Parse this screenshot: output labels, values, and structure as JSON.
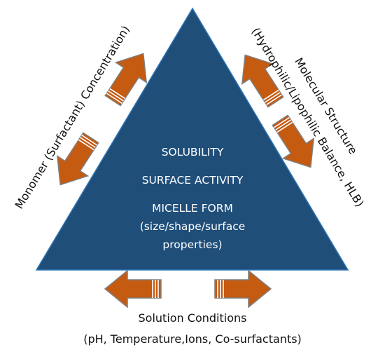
{
  "colors": {
    "triangle_fill": "#1f4e79",
    "triangle_stroke": "#2e75b6",
    "arrow_fill": "#c55a11",
    "arrow_stroke": "#7f7f7f",
    "text": "#111111",
    "inner_text": "#ffffff"
  },
  "triangle": {
    "lines": [
      "SOLUBILITY",
      "SURFACE ACTIVITY",
      "MICELLE FORM",
      "(size/shape/surface",
      "properties)"
    ]
  },
  "factors": {
    "left": "Monomer (Surfactant) Concentration)",
    "right_line1": "Molecular Structure",
    "right_line2": "(Hydrophilic/Lipophilic Balance, HLB)",
    "bottom_line1": "Solution Conditions",
    "bottom_line2": "(pH, Temperature,Ions, Co-surfactants)"
  }
}
